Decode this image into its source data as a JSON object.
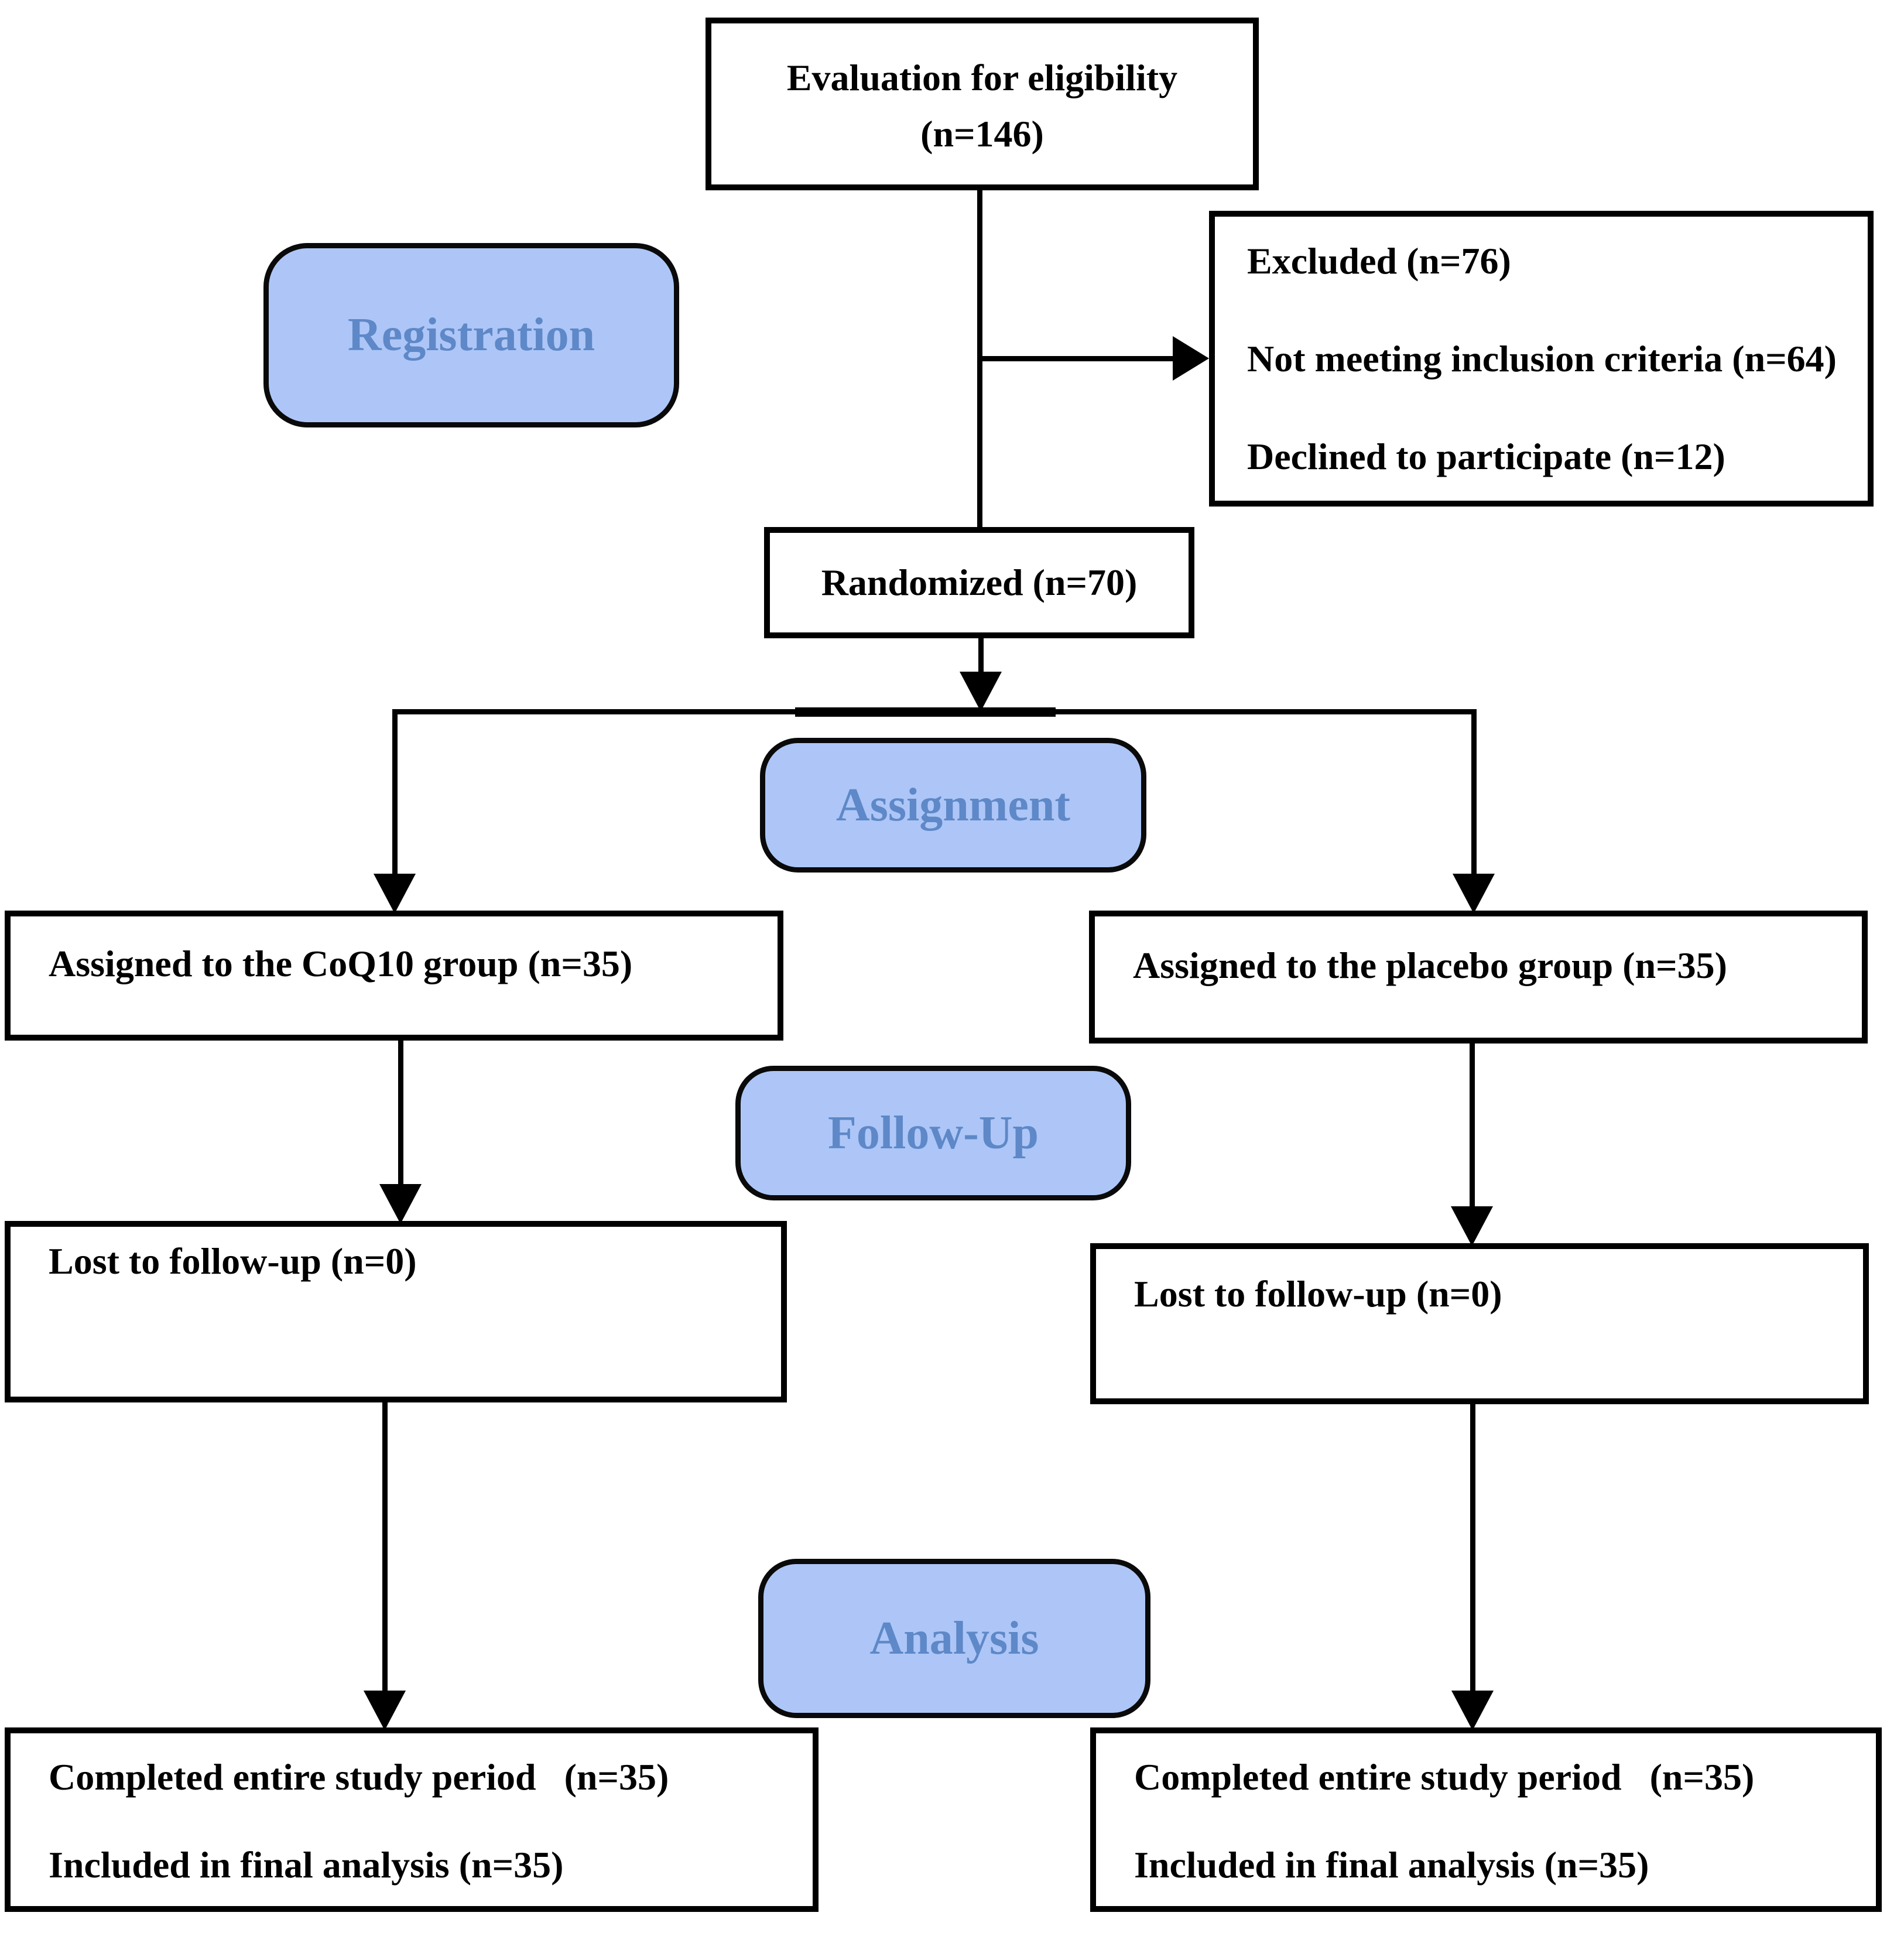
{
  "figure": {
    "type": "flow-diagram",
    "colors": {
      "stage_fill": "#adc6f7",
      "stage_text": "#5e88c7",
      "line": "#000000",
      "background": "#ffffff"
    },
    "stages": [
      {
        "id": "registration",
        "label": "Registration"
      },
      {
        "id": "assignment",
        "label": "Assignment"
      },
      {
        "id": "followup",
        "label": "Follow-Up"
      },
      {
        "id": "analysis",
        "label": "Analysis"
      }
    ],
    "boxes": {
      "eligibility": {
        "lines": [
          "Evaluation for eligibility",
          "(n=146)"
        ]
      },
      "excluded": {
        "lines": [
          "Excluded (n=76)",
          "Not meeting inclusion criteria (n=64)",
          "Declined to participate (n=12)"
        ]
      },
      "randomized": {
        "text": "Randomized (n=70)"
      },
      "assigned_coq10": {
        "text": "Assigned to the CoQ10 group (n=35)"
      },
      "assigned_placebo": {
        "text": "Assigned to the placebo group (n=35)"
      },
      "lost_coq10": {
        "text": "Lost to follow-up (n=0)"
      },
      "lost_placebo": {
        "text": "Lost to follow-up (n=0)"
      },
      "completed_coq10": {
        "lines": [
          "Completed entire study period   (n=35)",
          "Included in final analysis (n=35)"
        ]
      },
      "completed_placebo": {
        "lines": [
          "Completed entire study period   (n=35)",
          "Included in final analysis (n=35)"
        ]
      }
    }
  }
}
